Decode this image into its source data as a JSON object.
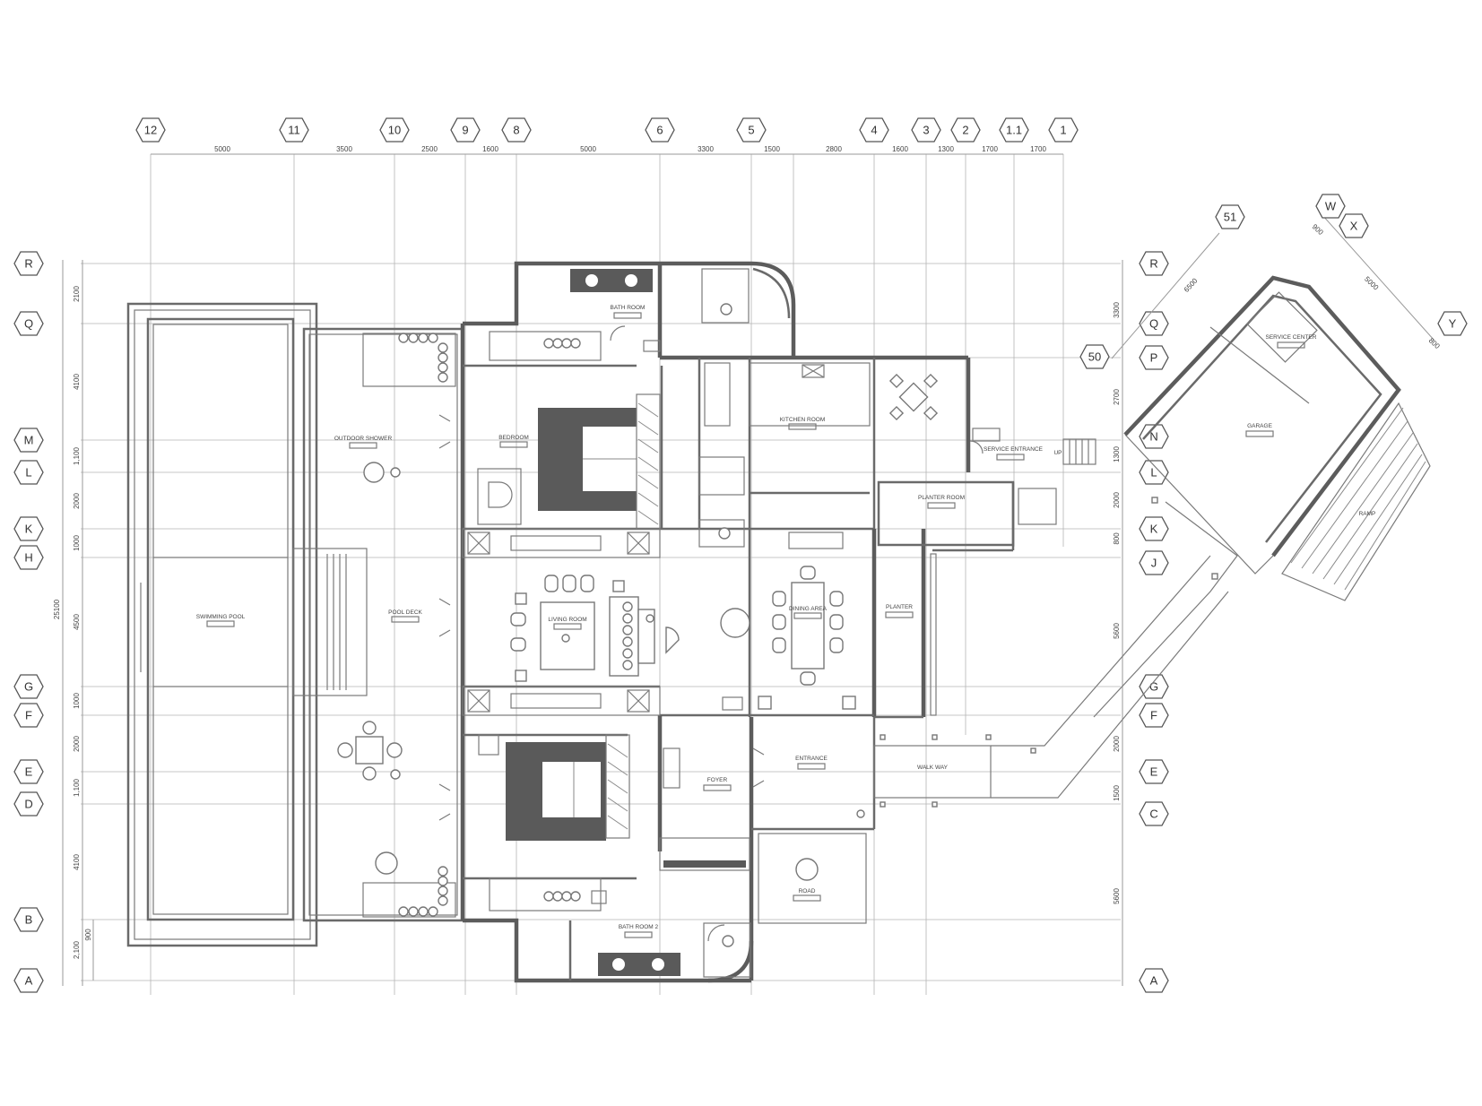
{
  "columns": [
    "12",
    "11",
    "10",
    "9",
    "8",
    "6",
    "5",
    "4",
    "3",
    "2",
    "1.1",
    "1"
  ],
  "top_dimensions": [
    "5000",
    "3500",
    "2500",
    "1600",
    "5000",
    "3300",
    "1500",
    "2800",
    "1600",
    "1300",
    "1700",
    "1700"
  ],
  "rows_left": [
    "R",
    "Q",
    "M",
    "L",
    "K",
    "H",
    "G",
    "F",
    "E",
    "D",
    "B",
    "A"
  ],
  "rows_right": [
    "R",
    "Q",
    "P",
    "N",
    "L",
    "K",
    "J",
    "G",
    "F",
    "E",
    "C",
    "A"
  ],
  "left_dimensions": [
    "2100",
    "4100",
    "1,100",
    "2000",
    "1000",
    "4500",
    "1000",
    "2000",
    "1,100",
    "4100",
    "2,100",
    "900"
  ],
  "overall_dimension": "25100",
  "right_dimensions": [
    "3300",
    "2700",
    "1300",
    "2000",
    "800",
    "5600",
    "2000",
    "1500",
    "5600"
  ],
  "garage_bubbles": [
    "51",
    "W",
    "X",
    "50",
    "Y"
  ],
  "garage_dimensions": [
    "6500",
    "5000",
    "800",
    "900"
  ],
  "rooms": {
    "outdoor_shower": "OUTDOOR SHOWER",
    "swimming_pool": "SWIMMING POOL",
    "pool_deck": "POOL DECK",
    "bedroom": "BEDROOM",
    "living_room": "LIVING ROOM",
    "kitchen_room": "KITCHEN ROOM",
    "dining_area": "DINING AREA",
    "planter_room": "PLANTER ROOM",
    "planter": "PLANTER",
    "service_entrance": "SERVICE ENTRANCE",
    "entrance": "ENTRANCE",
    "foyer": "FOYER",
    "bath_room_2": "BATH ROOM 2",
    "bath_room": "BATH ROOM",
    "walk_way": "WALK WAY",
    "garage": "GARAGE",
    "service_center": "SERVICE CENTER",
    "road": "ROAD",
    "ramp": "RAMP",
    "up": "UP"
  }
}
